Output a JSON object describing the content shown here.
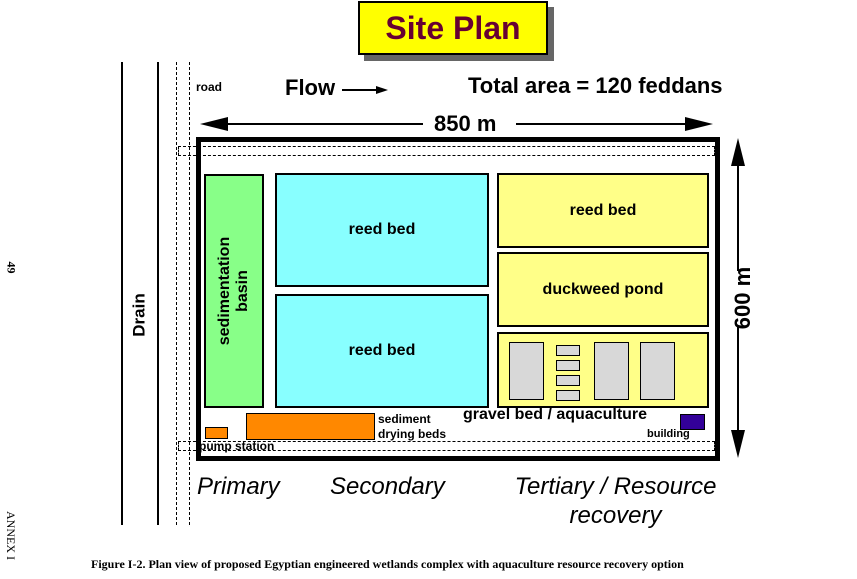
{
  "title": "Site Plan",
  "labels": {
    "road": "road",
    "flow": "Flow",
    "total_area": "Total area = 120 feddans",
    "width": "850 m",
    "height": "600 m",
    "drain": "Drain",
    "sedimentation": "sedimentation basin",
    "reed_bed_1": "reed bed",
    "reed_bed_2": "reed bed",
    "reed_bed_3": "reed bed",
    "duckweed": "duckweed pond",
    "gravel": "gravel bed / aquaculture",
    "sediment_beds": "sediment drying beds",
    "pump": "pump station",
    "building": "building"
  },
  "zones": {
    "primary": "Primary",
    "secondary": "Secondary",
    "tertiary": "Tertiary / Resource recovery"
  },
  "page_number": "49",
  "annex": "ANNEX I",
  "caption": "Figure I-2.  Plan view of proposed Egyptian engineered wetlands complex with aquaculture resource recovery option",
  "colors": {
    "green": "#88ff88",
    "cyan": "#88ffff",
    "yellow": "#ffff88",
    "orange": "#ff8800",
    "purple": "#330099"
  }
}
